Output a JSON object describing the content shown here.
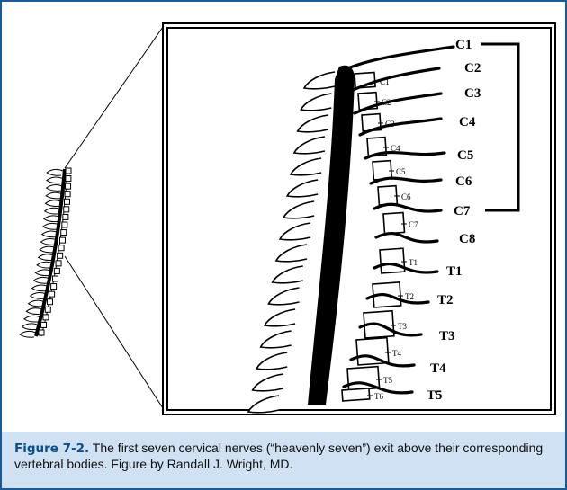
{
  "figure": {
    "label": "Figure 7-2.",
    "caption": "The first seven cervical nerves (“heavenly seven”) exit above their corresponding vertebral bodies. Figure by Randall J. Wright, MD.",
    "nerve_labels": [
      "C1",
      "C2",
      "C3",
      "C4",
      "C5",
      "C6",
      "C7",
      "C8",
      "T1",
      "T2",
      "T3",
      "T4",
      "T5"
    ],
    "vertebra_labels": [
      "C1",
      "C2",
      "C3",
      "C4",
      "C5",
      "C6",
      "C7",
      "T1",
      "T2",
      "T3",
      "T4",
      "T5",
      "T6"
    ]
  }
}
